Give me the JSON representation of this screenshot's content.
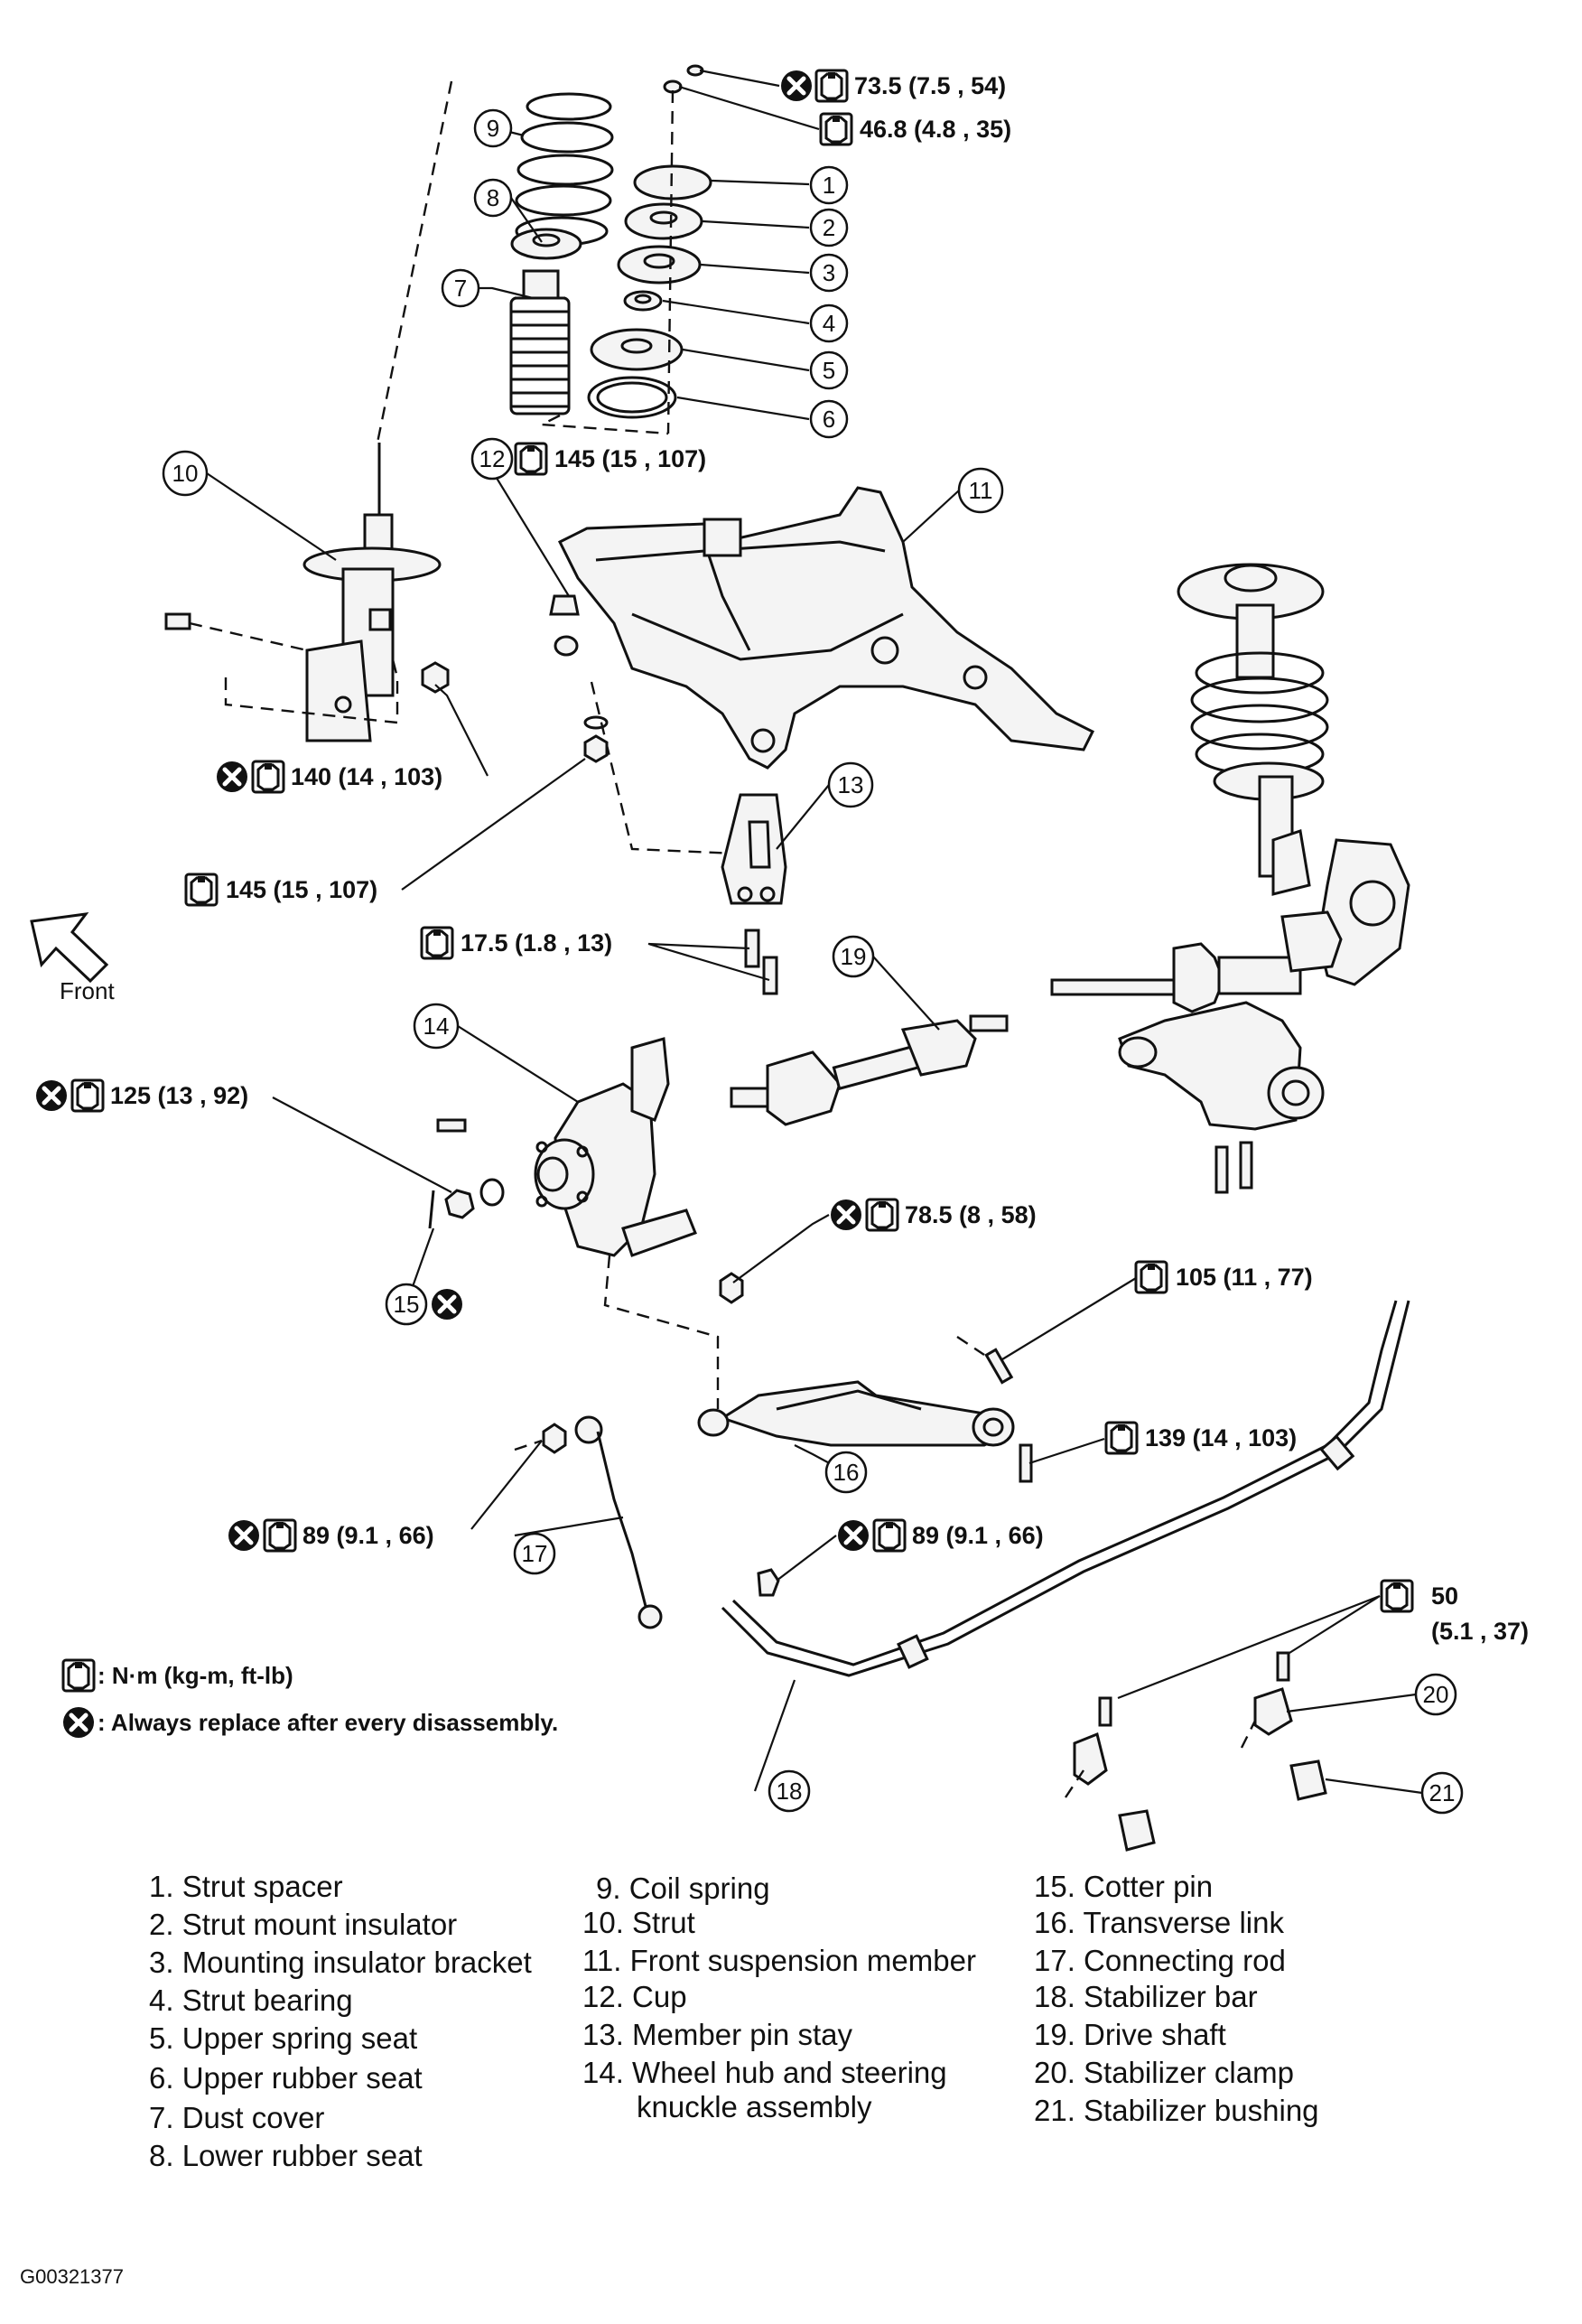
{
  "torque_labels": {
    "t1": "73.5 (7.5 , 54)",
    "t2": "46.8 (4.8 , 35)",
    "t3": "145 (15 , 107)",
    "t4": "140 (14 , 103)",
    "t5": "145 (15 , 107)",
    "t6": "17.5 (1.8 , 13)",
    "t7": "125 (13 , 92)",
    "t8": "78.5 (8 , 58)",
    "t9": "105 (11 , 77)",
    "t10": "139 (14 , 103)",
    "t11": "89 (9.1 , 66)",
    "t12": "89 (9.1 , 66)",
    "t13a": "50",
    "t13b": "(5.1 , 37)"
  },
  "callouts": {
    "c1": "1",
    "c2": "2",
    "c3": "3",
    "c4": "4",
    "c5": "5",
    "c6": "6",
    "c7": "7",
    "c8": "8",
    "c9": "9",
    "c10": "10",
    "c11": "11",
    "c12": "12",
    "c13": "13",
    "c14": "14",
    "c15": "15",
    "c16": "16",
    "c17": "17",
    "c18": "18",
    "c19": "19",
    "c20": "20",
    "c21": "21"
  },
  "front_label": "Front",
  "legend": {
    "torque": ": N·m (kg-m, ft-lb)",
    "replace": ": Always replace after every disassembly."
  },
  "parts_list": {
    "col1": [
      "1.  Strut spacer",
      "2.  Strut mount insulator",
      "3.  Mounting insulator bracket",
      "4.  Strut bearing",
      "5.  Upper spring seat",
      "6.  Upper rubber seat",
      "7.  Dust cover",
      "8.  Lower rubber seat"
    ],
    "col2": [
      "9.  Coil spring",
      "10.  Strut",
      "11.  Front suspension member",
      "12.  Cup",
      "13.  Member pin stay",
      "14.  Wheel hub and steering",
      "knuckle assembly"
    ],
    "col3": [
      "15.  Cotter pin",
      "16.  Transverse link",
      "17.  Connecting rod",
      "18.  Stabilizer bar",
      "19.  Drive shaft",
      "20.  Stabilizer clamp",
      "21.  Stabilizer bushing"
    ]
  },
  "figure_id": "G00321377"
}
